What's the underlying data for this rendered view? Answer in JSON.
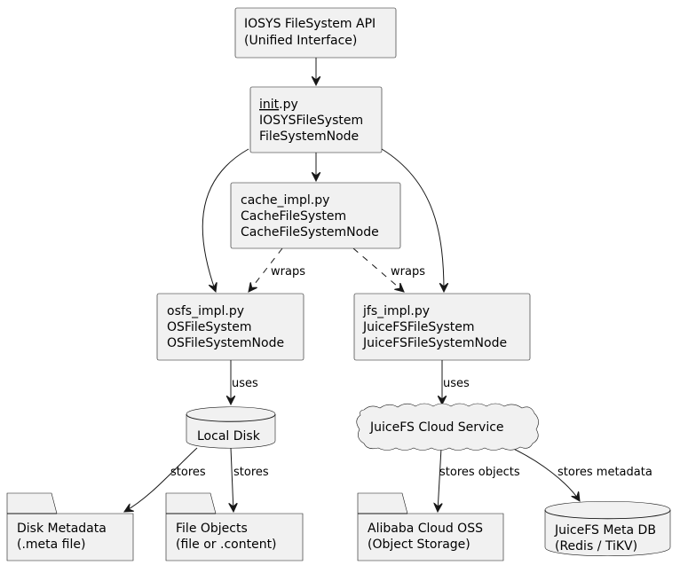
{
  "nodes": {
    "api": {
      "lines": [
        "IOSYS FileSystem API",
        "(Unified Interface)"
      ]
    },
    "init": {
      "underlined": "init",
      "suffix": ".py",
      "lines": [
        "IOSYSFileSystem",
        "FileSystemNode"
      ]
    },
    "cache": {
      "lines": [
        "cache_impl.py",
        "CacheFileSystem",
        "CacheFileSystemNode"
      ]
    },
    "osfs": {
      "lines": [
        "osfs_impl.py",
        "OSFileSystem",
        "OSFileSystemNode"
      ]
    },
    "jfs": {
      "lines": [
        "jfs_impl.py",
        "JuiceFSFileSystem",
        "JuiceFSFileSystemNode"
      ]
    },
    "local_disk": {
      "label": "Local Disk"
    },
    "juicefs_cloud": {
      "label": "JuiceFS Cloud Service"
    },
    "disk_meta": {
      "lines": [
        "Disk Metadata",
        "(.meta file)"
      ]
    },
    "file_objects": {
      "lines": [
        "File Objects",
        "(file or .content)"
      ]
    },
    "oss": {
      "lines": [
        "Alibaba Cloud OSS",
        "(Object Storage)"
      ]
    },
    "metadb": {
      "lines": [
        "JuiceFS Meta DB",
        "(Redis / TiKV)"
      ]
    }
  },
  "edges": {
    "cache_osfs": "wraps",
    "cache_jfs": "wraps",
    "osfs_disk": "uses",
    "jfs_cloud": "uses",
    "disk_meta": "stores",
    "disk_files": "stores",
    "cloud_oss": "stores objects",
    "cloud_metadb": "stores metadata"
  }
}
